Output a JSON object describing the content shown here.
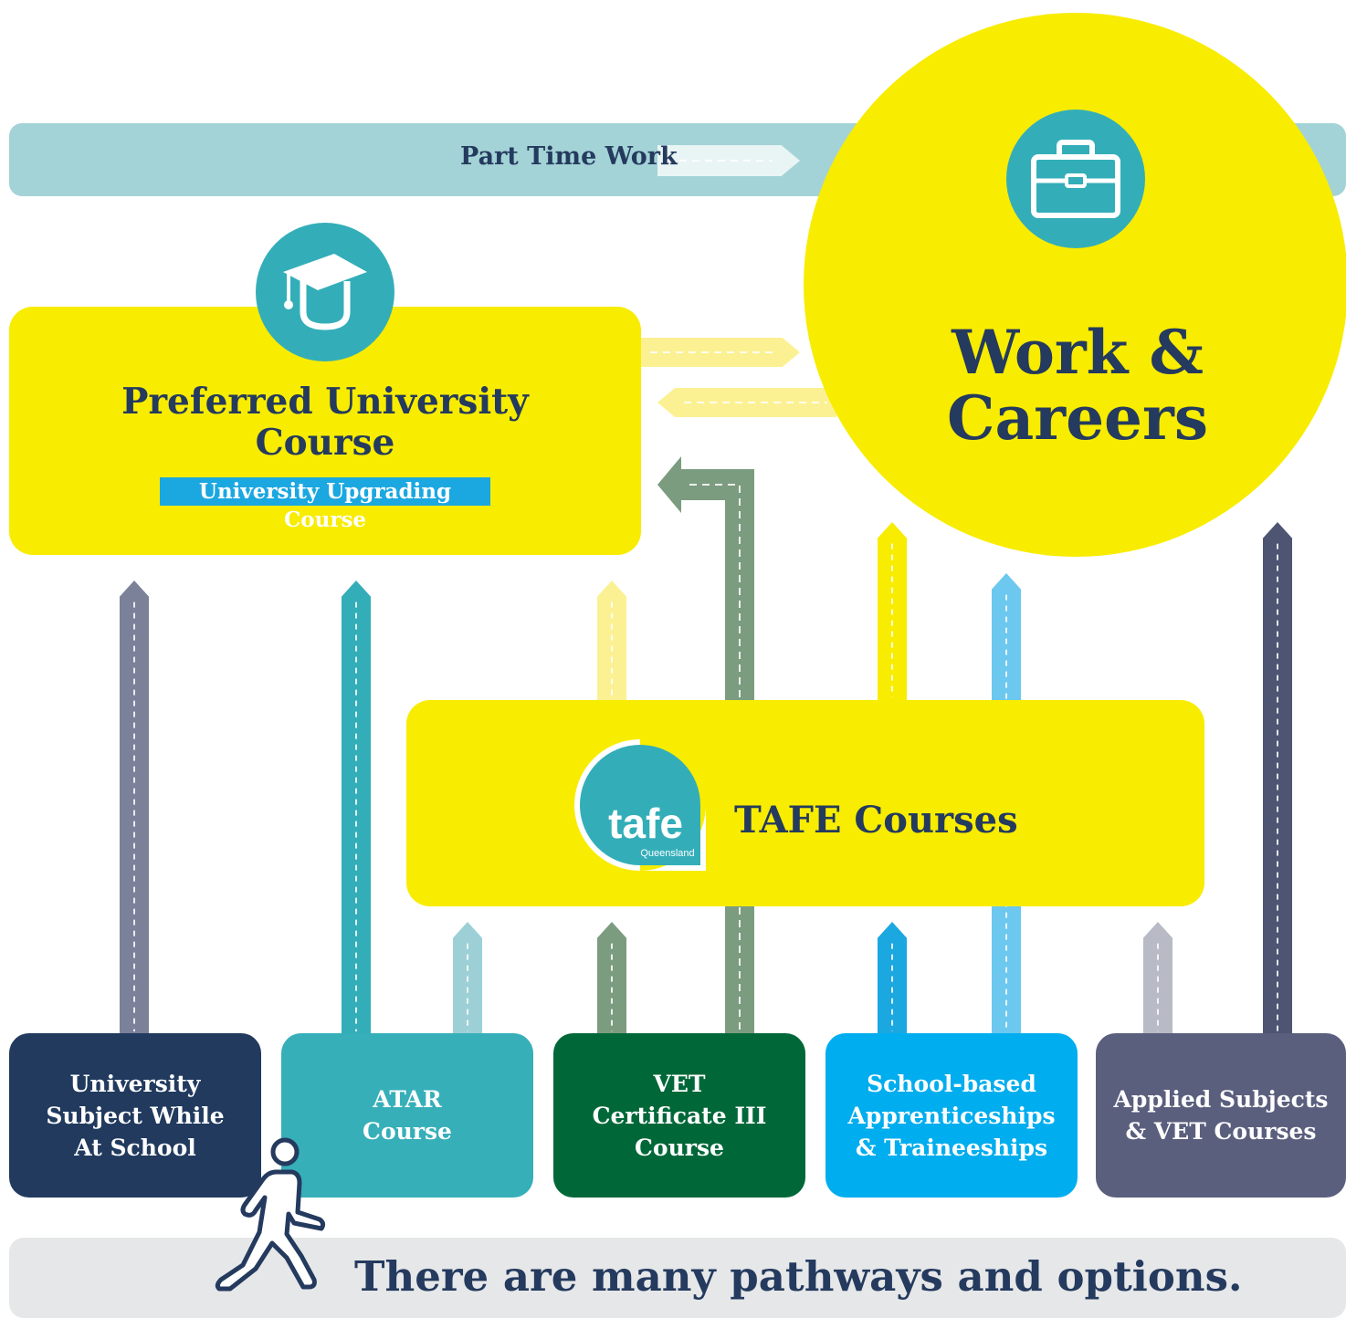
{
  "part_time": {
    "label": "Part Time Work"
  },
  "university": {
    "title": "Preferred University\nCourse",
    "subtitle": "University Upgrading Course",
    "icon": "graduation-cap-icon"
  },
  "work": {
    "title": "Work &\nCareers",
    "icon": "briefcase-icon"
  },
  "tafe": {
    "label": "TAFE Courses",
    "logo_text": "tafe",
    "logo_subtext": "Queensland"
  },
  "options": [
    {
      "label": "University\nSubject While\nAt School",
      "color": "#213a5e"
    },
    {
      "label": "ATAR\nCourse",
      "color": "#36afb9"
    },
    {
      "label": "VET\nCertificate III\nCourse",
      "color": "#006838"
    },
    {
      "label": "School-based\nApprenticeships\n& Traineeships",
      "color": "#00adee"
    },
    {
      "label": "Applied Subjects\n& VET Courses",
      "color": "#5b5f7e"
    }
  ],
  "footer": {
    "label": "There are many pathways and options."
  },
  "colors": {
    "navy": "#243a5e",
    "yellow": "#f8ec00",
    "teal": "#33aeb9",
    "light_teal": "#a3d3d6",
    "sky": "#1ba7e0",
    "grey_bar": "#e6e7e8"
  },
  "arrow_colors": {
    "slate": "#7b8199",
    "teal": "#33aeb9",
    "light_teal": "#9dd0d6",
    "pale_yellow": "#fbf193",
    "sage": "#7c9c80",
    "yellow": "#f8ec00",
    "sky": "#6cc8ee",
    "blue": "#1ba7e0",
    "lavender": "#b8bac6",
    "dark_slate": "#4d5572",
    "pale_bar": "#e8f5f4"
  }
}
